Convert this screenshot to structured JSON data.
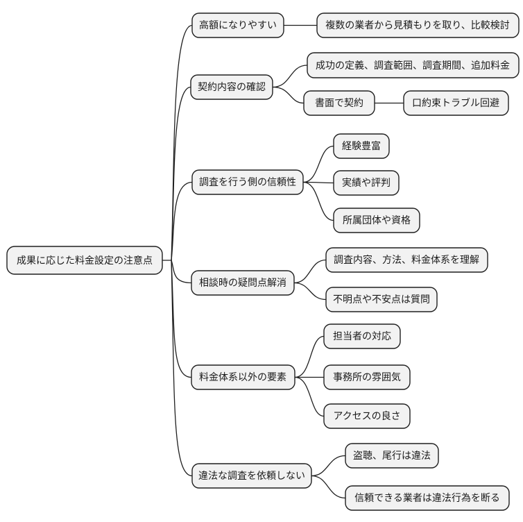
{
  "diagram": {
    "type": "mindmap",
    "colors": {
      "background": "#ffffff",
      "node_fill": "#f2f2f2",
      "node_border": "#1f1f1f",
      "connector": "#1f1f1f",
      "text": "#1a1a1a"
    },
    "root": {
      "label": "成果に応じた料金設定の注意点"
    },
    "branches": [
      {
        "label": "高額になりやすい",
        "children": [
          {
            "label": "複数の業者から見積もりを取り、比較検討"
          }
        ]
      },
      {
        "label": "契約内容の確認",
        "children": [
          {
            "label": "成功の定義、調査範囲、調査期間、追加料金"
          },
          {
            "label": "書面で契約",
            "children": [
              {
                "label": "口約束トラブル回避"
              }
            ]
          }
        ]
      },
      {
        "label": "調査を行う側の信頼性",
        "children": [
          {
            "label": "経験豊富"
          },
          {
            "label": "実績や評判"
          },
          {
            "label": "所属団体や資格"
          }
        ]
      },
      {
        "label": "相談時の疑問点解消",
        "children": [
          {
            "label": "調査内容、方法、料金体系を理解"
          },
          {
            "label": "不明点や不安点は質問"
          }
        ]
      },
      {
        "label": "料金体系以外の要素",
        "children": [
          {
            "label": "担当者の対応"
          },
          {
            "label": "事務所の雰囲気"
          },
          {
            "label": "アクセスの良さ"
          }
        ]
      },
      {
        "label": "違法な調査を依頼しない",
        "children": [
          {
            "label": "盗聴、尾行は違法"
          },
          {
            "label": "信頼できる業者は違法行為を断る"
          }
        ]
      }
    ]
  }
}
